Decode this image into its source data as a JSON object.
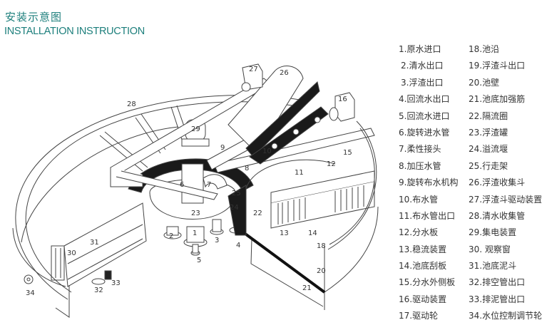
{
  "header": {
    "title_cn": "安装示意图",
    "title_en": "INSTALLATION INSTRUCTION",
    "title_color": "#1d7f7c"
  },
  "legend": {
    "column1": [
      "1.原水进口",
      "2.清水出口",
      "3.浮渣出口",
      "4.回流水出口",
      "5.回流水进口",
      "6.旋转进水管",
      "7.柔性接头",
      "8.加压水管",
      "9.旋转布水机构",
      "10.布水管",
      "11.布水管出口",
      "12.分水板",
      "13.稳流装置",
      "14.池底刮板",
      "15.分水外侧板",
      "16.驱动装置",
      "17.驱动轮"
    ],
    "column2": [
      "18.池沿",
      "19.浮渣斗出口",
      "20.池壁",
      "21.池底加强筋",
      "22.隔流圈",
      "23.浮渣罐",
      "24.溢流堰",
      "25.行走架",
      "26.浮渣收集斗",
      "27.浮渣斗驱动装置",
      "28.清水收集管",
      "29.集电装置",
      "30. 观察窗",
      "31.池底泥斗",
      "32.排空管出口",
      "33.排泥管出口",
      "34.水位控制调节轮"
    ]
  },
  "diagram": {
    "callouts": [
      "1",
      "2",
      "3",
      "4",
      "5",
      "6",
      "7",
      "8",
      "9",
      "10",
      "11",
      "12",
      "13",
      "14",
      "15",
      "16",
      "18",
      "20",
      "21",
      "22",
      "23",
      "24",
      "25",
      "26",
      "27",
      "28",
      "29",
      "30",
      "31",
      "32",
      "33",
      "34"
    ]
  }
}
